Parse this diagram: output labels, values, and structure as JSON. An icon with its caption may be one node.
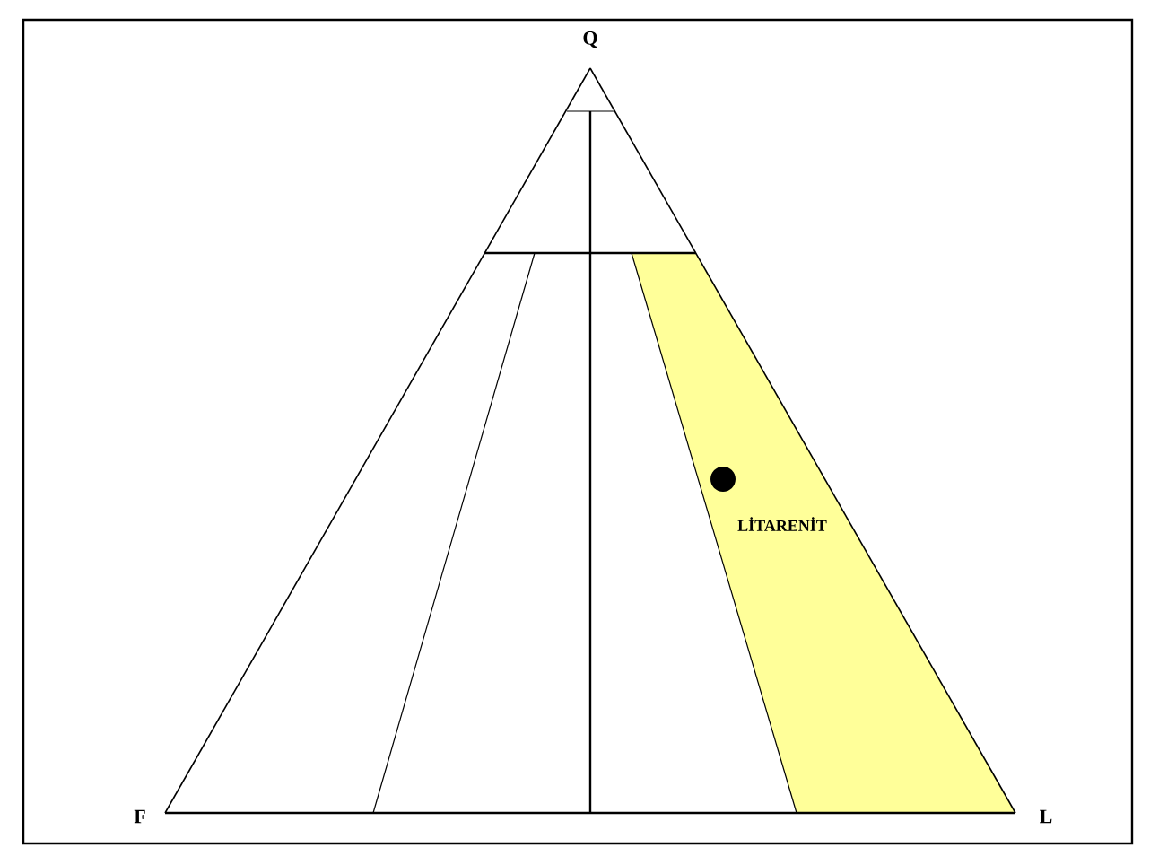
{
  "diagram": {
    "labels": [
      "Q",
      "F",
      "L",
      "LİTARENİT"
    ]
  }
}
